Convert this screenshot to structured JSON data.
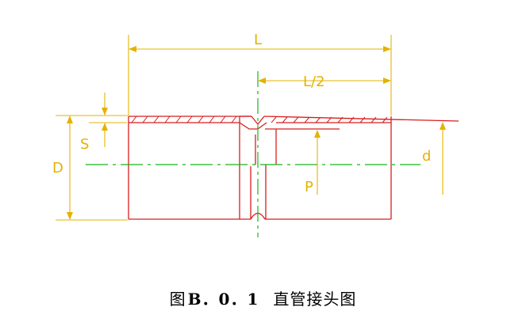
{
  "dimension_labels": {
    "length": "L",
    "half_length": "L/2",
    "wall": "S",
    "outer_diameter": "D",
    "inner_diameter": "d",
    "insertion": "P"
  },
  "caption": {
    "prefix": "图",
    "number": "B．0．1",
    "title": "直管接头图"
  },
  "colors": {
    "outline": "#d81e1e",
    "dimension": "#e3b300",
    "centerline": "#18b518"
  }
}
